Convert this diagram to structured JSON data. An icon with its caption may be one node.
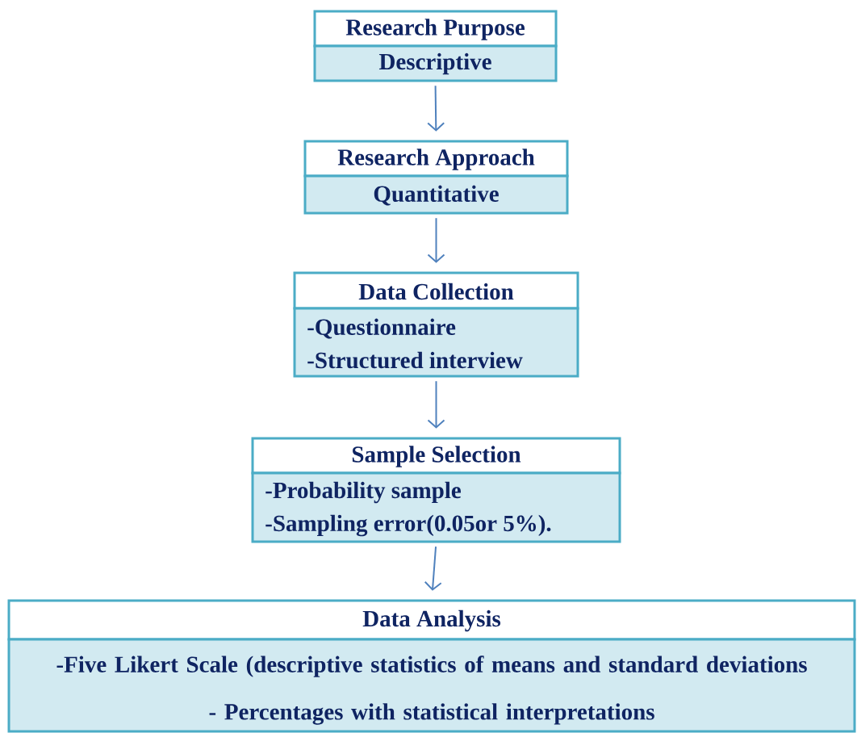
{
  "diagram": {
    "nodes": [
      {
        "text": [
          "Research Purpose",
          "Descriptive"
        ]
      },
      {
        "text": [
          "Research Approach",
          "Quantitative"
        ]
      },
      {
        "text": [
          "Data Collection",
          "-Questionnaire",
          "-Structured interview"
        ]
      },
      {
        "text": [
          "Sample Selection",
          "-Probability sample",
          "-Sampling error(0.05or 5%)."
        ]
      },
      {
        "text": [
          "Data Analysis",
          "-Five Likert Scale (descriptive statistics of means and standard deviations",
          "- Percentages with statistical interpretations"
        ]
      }
    ],
    "edges": [
      {
        "from": 0,
        "to": 1,
        "arrow": "to"
      },
      {
        "from": 1,
        "to": 2,
        "arrow": "to"
      },
      {
        "from": 2,
        "to": 3,
        "arrow": "to"
      },
      {
        "from": 3,
        "to": 4,
        "arrow": "to"
      }
    ]
  }
}
